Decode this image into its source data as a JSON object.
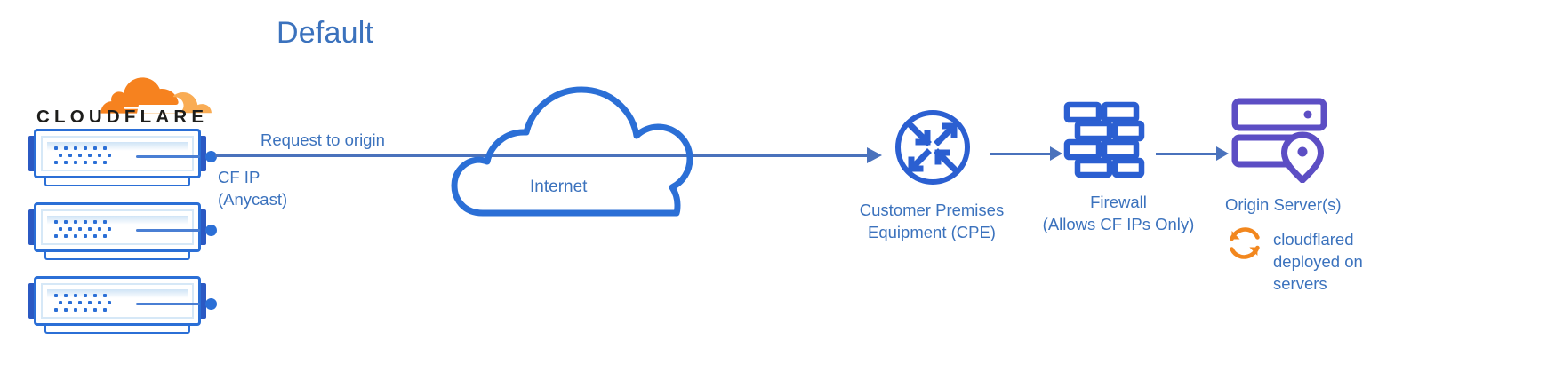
{
  "title": "Default",
  "brand": {
    "wordmark": "CLOUDFLARE",
    "registered_mark": "·",
    "logo_icon": "cloudflare-cloud-logo",
    "orange": "#f6821f",
    "orange_light": "#f9ac54"
  },
  "colors": {
    "title_blue": "#3b72bd",
    "line_blue": "#4a72bc",
    "icon_blue": "#2b5fd1",
    "server_blue": "#2b6fd6",
    "origin_purple": "#5c4ec4",
    "cloudflared_orange": "#f2871e"
  },
  "servers": {
    "icon": "rack-server-icon",
    "count": 3
  },
  "link": {
    "top_label": "Request to origin",
    "bottom_label": "CF IP\n(Anycast)",
    "bottom_label_line1": "CF IP",
    "bottom_label_line2": "(Anycast)",
    "arrow_icon": "arrow-right-icon"
  },
  "nodes": [
    {
      "id": "internet",
      "label": "Internet",
      "icon": "cloud-icon"
    },
    {
      "id": "cpe",
      "label_line1": "Customer Premises",
      "label_line2": "Equipment (CPE)",
      "icon": "router-four-arrows-icon"
    },
    {
      "id": "firewall",
      "label_line1": "Firewall",
      "label_line2": "(Allows CF IPs Only)",
      "icon": "brick-wall-firewall-icon"
    },
    {
      "id": "origin",
      "label": "Origin Server(s)",
      "icon": "server-location-pin-icon"
    }
  ],
  "cloudflared": {
    "icon": "circular-arrows-sync-icon",
    "line1": "cloudflared",
    "line2": "deployed on",
    "line3": "servers"
  }
}
